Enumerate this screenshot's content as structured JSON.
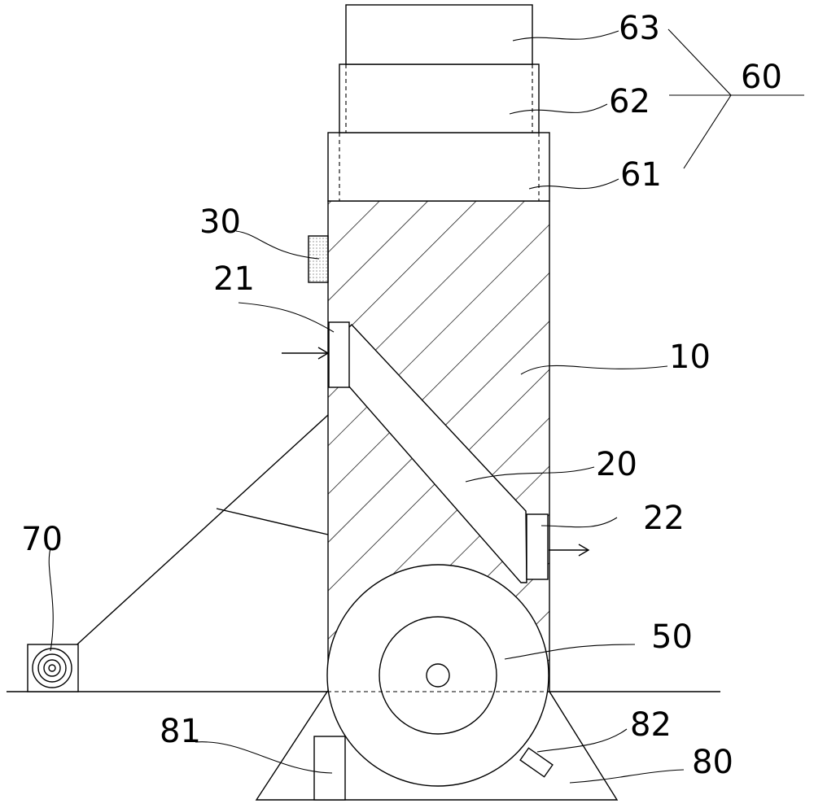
{
  "labels": {
    "l63": "63",
    "l62": "62",
    "l61": "61",
    "l60": "60",
    "l30": "30",
    "l21": "21",
    "l10": "10",
    "l20": "20",
    "l22": "22",
    "l70": "70",
    "l50": "50",
    "l81": "81",
    "l82": "82",
    "l80": "80"
  }
}
